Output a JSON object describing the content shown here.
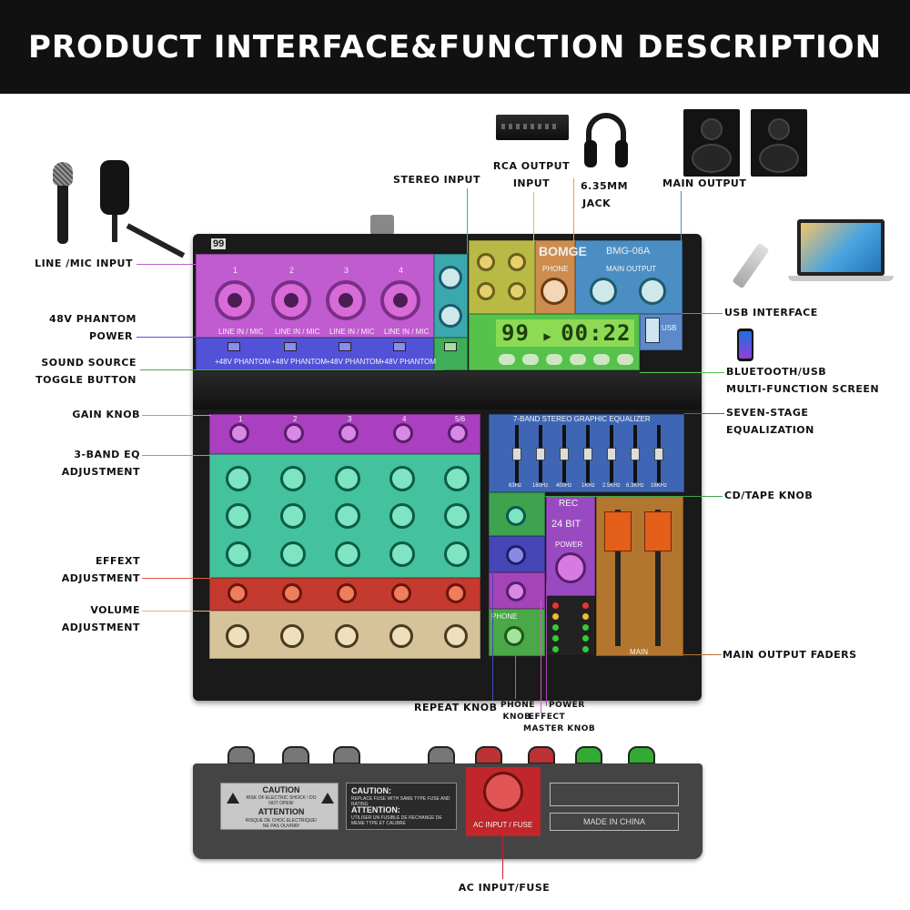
{
  "title": "PRODUCT INTERFACE&FUNCTION DESCRIPTION",
  "brand": "BOMGE",
  "model": "BMG-06A",
  "display": {
    "effect_number": "99",
    "time": "00:22"
  },
  "labels_left": {
    "line_mic_input": "LINE /MIC INPUT",
    "phantom_1": "48V PHANTOM",
    "phantom_2": "POWER",
    "toggle_1": "SOUND SOURCE",
    "toggle_2": "TOGGLE BUTTON",
    "gain": "GAIN KNOB",
    "eq3_1": "3-BAND EQ",
    "eq3_2": "ADJUSTMENT",
    "effext_1": "EFFEXT",
    "effext_2": "ADJUSTMENT",
    "volume_1": "VOLUME",
    "volume_2": "ADJUSTMENT"
  },
  "labels_top": {
    "stereo_input": "STEREO INPUT",
    "rca_output_1": "RCA OUTPUT",
    "rca_output_2": "INPUT",
    "jack_1": "6.35MM",
    "jack_2": "JACK",
    "main_output": "MAIN OUTPUT"
  },
  "labels_right": {
    "usb_interface": "USB INTERFACE",
    "bt_1": "BLUETOOTH/USB",
    "bt_2": "MULTI-FUNCTION SCREEN",
    "seven_1": "SEVEN-STAGE",
    "seven_2": "EQUALIZATION",
    "cd_tape": "CD/TAPE KNOB",
    "faders": "MAIN OUTPUT FADERS"
  },
  "labels_bottom": {
    "repeat": "REPEAT KNOB",
    "phone_1": "PHONE",
    "phone_2": "KNOB",
    "power": "POWER",
    "effect_1": "EFFECT",
    "effect_2": "MASTER KNOB",
    "ac": "AC INPUT/FUSE"
  },
  "panel_text": {
    "channels": [
      "1",
      "2",
      "3",
      "4"
    ],
    "line_in_mic": "LINE IN / MIC",
    "phantom": "+48V PHANTOM",
    "phone_jack_label": "PHONE",
    "main_output_label": "MAIN OUTPUT",
    "usb_label": "USB",
    "geq_title": "7-BAND STEREO GRAPHIC EQUALIZER",
    "geq_bands": [
      "63Hz",
      "160Hz",
      "400Hz",
      "1KHz",
      "2.5KHz",
      "6.3KHz",
      "16KHz"
    ],
    "rec": "REC",
    "bit": "24 BIT",
    "power_label": "POWER",
    "main": "MAIN",
    "phone_knob_label": "PHONE",
    "strip_channels": [
      "1",
      "2",
      "3",
      "4",
      "5/6"
    ]
  },
  "back_panel": {
    "caution_title": "CAUTION",
    "caution_body": "RISK OF ELECTRIC SHOCK ! DO NOT OPEN!",
    "attention_title": "ATTENTION",
    "attention_body": "RISQUE DE CHOC ELECTRIQUE! NE PAS OUVRIR!",
    "caution2_title": "CAUTION:",
    "caution2_body": "REPLACE FUSE WITH SAME TYPE FUSE AND RATING",
    "attention2_title": "ATTENTION:",
    "attention2_body": "UTILISER UN FUSIBLE DE RECHANGE DE MEME TYPE ET CALIBRE",
    "ac_label": "AC INPUT / FUSE",
    "made_in": "MADE IN CHINA"
  },
  "colors": {
    "banner": "#111111",
    "line_mic": "#c05bd0",
    "phantom": "#5252d8",
    "eq3": "#44c19d",
    "fx": "#c43a2f",
    "faders": "#b2762f"
  },
  "icons": [
    "dynamic-microphone-icon",
    "condenser-microphone-icon",
    "amplifier-icon",
    "headphones-icon",
    "speaker-icon",
    "laptop-icon",
    "usb-stick-icon",
    "smartphone-icon",
    "warning-icon"
  ]
}
